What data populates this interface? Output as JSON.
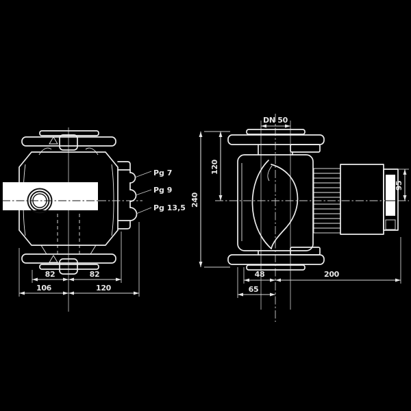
{
  "colors": {
    "background": "#000000",
    "line": "#ededed",
    "text": "#e6e6e6",
    "highlight_fill": "#ffffff"
  },
  "front_view": {
    "gland_labels": [
      "Pg 7",
      "Pg 9",
      "Pg 13,5"
    ],
    "dims": {
      "half_left": "82",
      "half_right": "82",
      "width_left": "106",
      "width_right": "120"
    }
  },
  "side_view": {
    "dims": {
      "flange": "DN 50",
      "total_height": "240",
      "half_height": "120",
      "terminal_box": "95",
      "front_to_axis": "48",
      "axis_to_motor_end": "200",
      "flange_front_to_axis": "65"
    }
  }
}
